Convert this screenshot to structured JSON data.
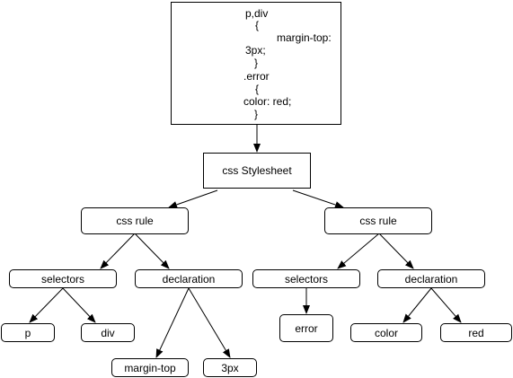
{
  "code": {
    "lines": [
      "p,div",
      "{",
      "margin-top:",
      "3px;",
      "}",
      ".error",
      "{",
      "color: red;",
      "}"
    ]
  },
  "nodes": {
    "stylesheet": "css Stylesheet",
    "rule_left": "css rule",
    "rule_right": "css rule",
    "selectors_left": "selectors",
    "declaration_left": "declaration",
    "selectors_right": "selectors",
    "declaration_right": "declaration",
    "p": "p",
    "div": "div",
    "margin_top": "margin-top",
    "three_px": "3px",
    "error": "error",
    "color": "color",
    "red": "red"
  }
}
